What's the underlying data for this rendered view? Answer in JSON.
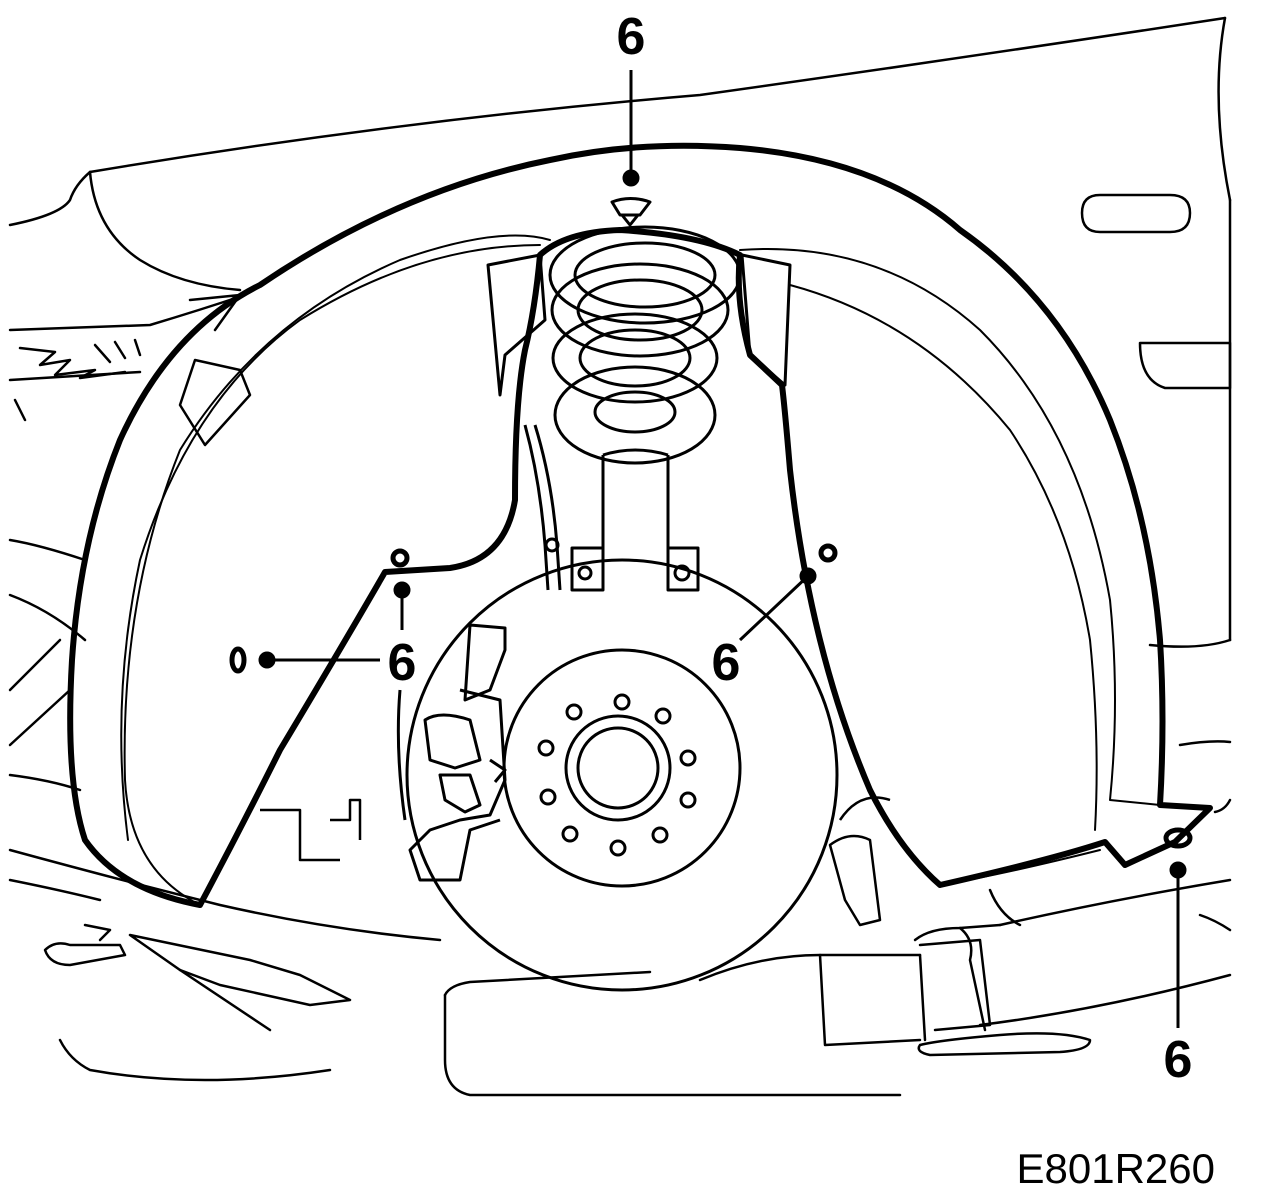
{
  "figure": {
    "id": "E801R260",
    "colors": {
      "line": "#000000",
      "background": "#ffffff"
    }
  },
  "callouts": [
    {
      "label": "6",
      "points_to": "clip-top"
    },
    {
      "label": "6",
      "points_to": "clip-left-upper"
    },
    {
      "label": "6",
      "points_to": "clip-left-lower"
    },
    {
      "label": "6",
      "points_to": "clip-right"
    },
    {
      "label": "6",
      "points_to": "clip-bottom-right"
    }
  ]
}
